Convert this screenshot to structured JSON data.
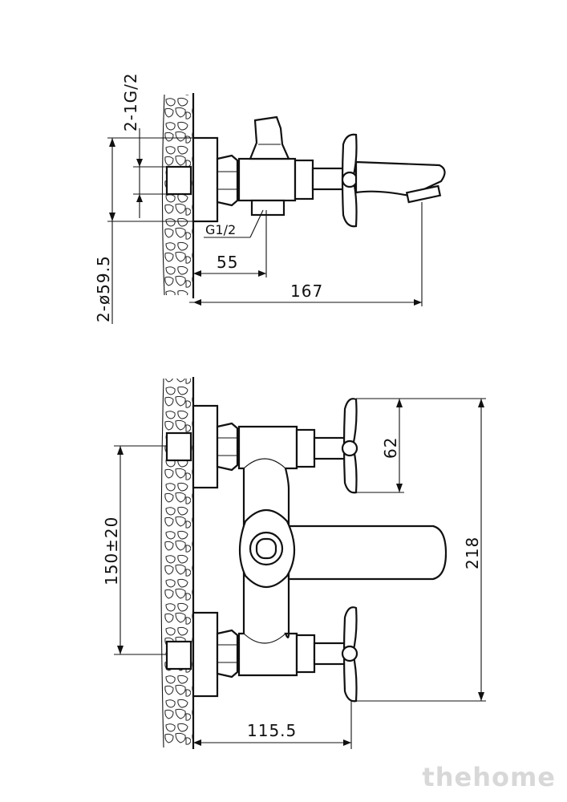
{
  "dimensions": {
    "connection_thread": "2-1G/2",
    "flange_diameter": "2-ø59.5",
    "outlet_thread": "G1/2",
    "outlet_offset": "55",
    "total_depth": "167",
    "handle_to_spout": "62",
    "center_distance": "150±20",
    "total_height": "218",
    "body_depth": "115.5"
  },
  "watermark": "thehome"
}
